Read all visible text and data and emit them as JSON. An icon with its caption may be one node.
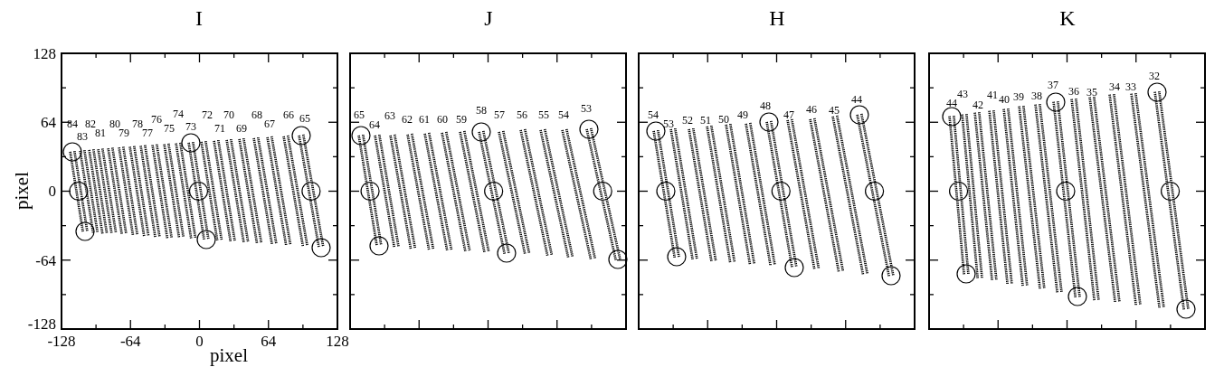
{
  "diagram": {
    "labels": [
      "I",
      "J",
      "H",
      "K",
      "84",
      "83",
      "82",
      "81",
      "80",
      "79",
      "78",
      "77",
      "76",
      "75",
      "74",
      "73",
      "72",
      "71",
      "70",
      "69",
      "68",
      "67",
      "66",
      "65",
      "65",
      "64",
      "63",
      "62",
      "61",
      "60",
      "59",
      "58",
      "57",
      "56",
      "55",
      "54",
      "53",
      "54",
      "53",
      "52",
      "51",
      "50",
      "49",
      "48",
      "47",
      "46",
      "45",
      "44",
      "44",
      "43",
      "42",
      "41",
      "40",
      "39",
      "38",
      "37",
      "36",
      "35",
      "34",
      "33",
      "32",
      "128",
      "64",
      "0",
      "-64",
      "-128",
      "pixel",
      "-128",
      "-64",
      "0",
      "64",
      "128",
      "pixel"
    ]
  }
}
